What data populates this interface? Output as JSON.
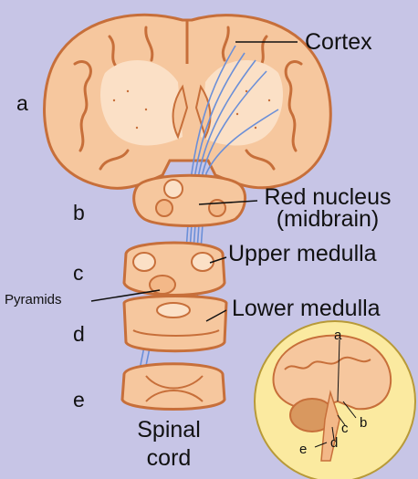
{
  "section_letters": [
    "a",
    "b",
    "c",
    "d",
    "e"
  ],
  "labels": {
    "cortex": "Cortex",
    "red_nucleus": "Red nucleus",
    "midbrain": "(midbrain)",
    "upper_medulla": "Upper medulla",
    "lower_medulla": "Lower medulla",
    "pyramids": "Pyramids",
    "spinal": "Spinal",
    "cord": "cord"
  },
  "inset_letters": [
    "a",
    "b",
    "c",
    "d",
    "e"
  ],
  "colors": {
    "background": "#c7c5e6",
    "tissue_fill": "#f6c79e",
    "tissue_outline": "#c76f3a",
    "white_matter": "#fbe0c6",
    "tract": "#6b8fd8",
    "inset_circle": "#fbeaa0"
  }
}
